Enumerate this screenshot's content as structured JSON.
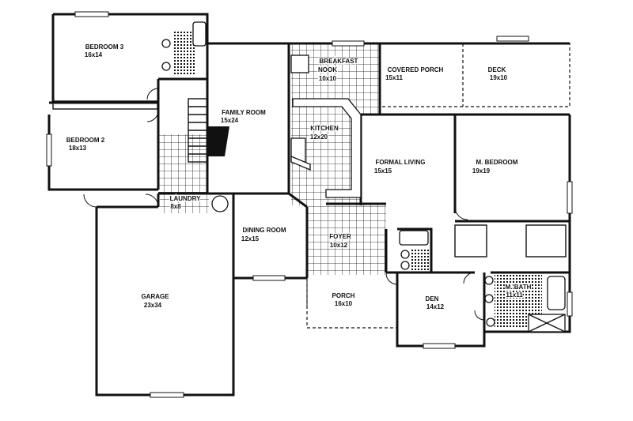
{
  "rooms": {
    "bedroom3": {
      "name": "BEDROOM 3",
      "size": "16x14"
    },
    "bedroom2": {
      "name": "BEDROOM 2",
      "size": "18x13"
    },
    "family": {
      "name": "FAMILY ROOM",
      "size": "15x24"
    },
    "breakfast": {
      "name": "BREAKFAST",
      "name2": "NOOK",
      "size": "10x10"
    },
    "covered": {
      "name": "COVERED PORCH",
      "size": "15x11"
    },
    "deck": {
      "name": "DECK",
      "size": "19x10"
    },
    "kitchen": {
      "name": "KITCHEN",
      "size": "12x20"
    },
    "living": {
      "name": "FORMAL LIVING",
      "size": "15x15"
    },
    "mbed": {
      "name": "M. BEDROOM",
      "size": "19x19"
    },
    "laundry": {
      "name": "LAUNDRY",
      "size": "8x8"
    },
    "dining": {
      "name": "DINING ROOM",
      "size": "12x15"
    },
    "foyer": {
      "name": "FOYER",
      "size": "10x12"
    },
    "garage": {
      "name": "GARAGE",
      "size": "23x34"
    },
    "porch": {
      "name": "PORCH",
      "size": "16x10"
    },
    "den": {
      "name": "DEN",
      "size": "14x12"
    },
    "mbath": {
      "name": "M. BATH",
      "size": "11x11"
    }
  },
  "colors": {
    "line": "#111111",
    "background": "#ffffff",
    "tile": "#111111"
  }
}
